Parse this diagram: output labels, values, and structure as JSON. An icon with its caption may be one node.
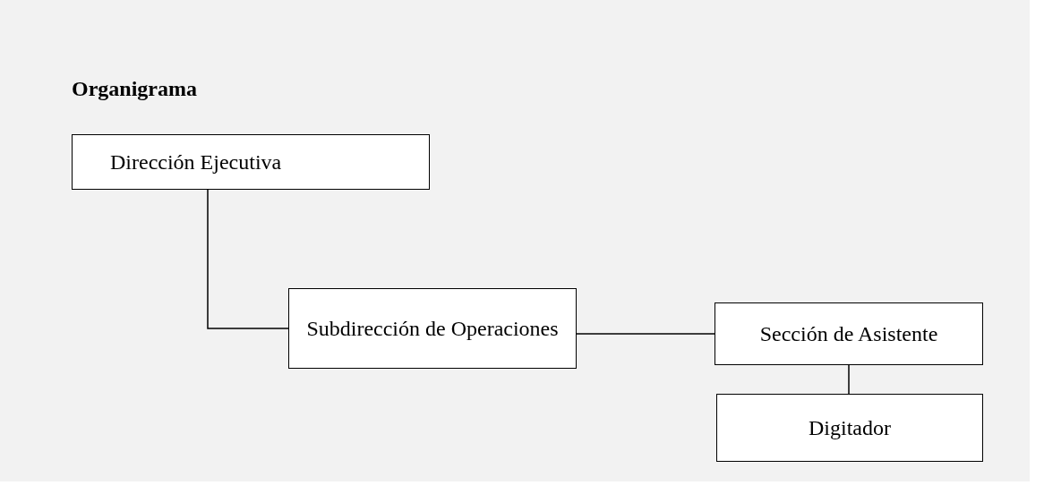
{
  "diagram": {
    "title": "Organigrama",
    "nodes": [
      {
        "text": [
          "Dirección Ejecutiva"
        ]
      },
      {
        "text": [
          "Subdirección de Operaciones"
        ]
      },
      {
        "text": [
          "Sección de Asistente"
        ]
      },
      {
        "text": [
          "Digitador"
        ]
      }
    ],
    "edges": [
      {
        "from": 0,
        "to": 1,
        "arrow": "none"
      },
      {
        "from": 1,
        "to": 2,
        "arrow": "none"
      },
      {
        "from": 2,
        "to": 3,
        "arrow": "none"
      }
    ]
  }
}
